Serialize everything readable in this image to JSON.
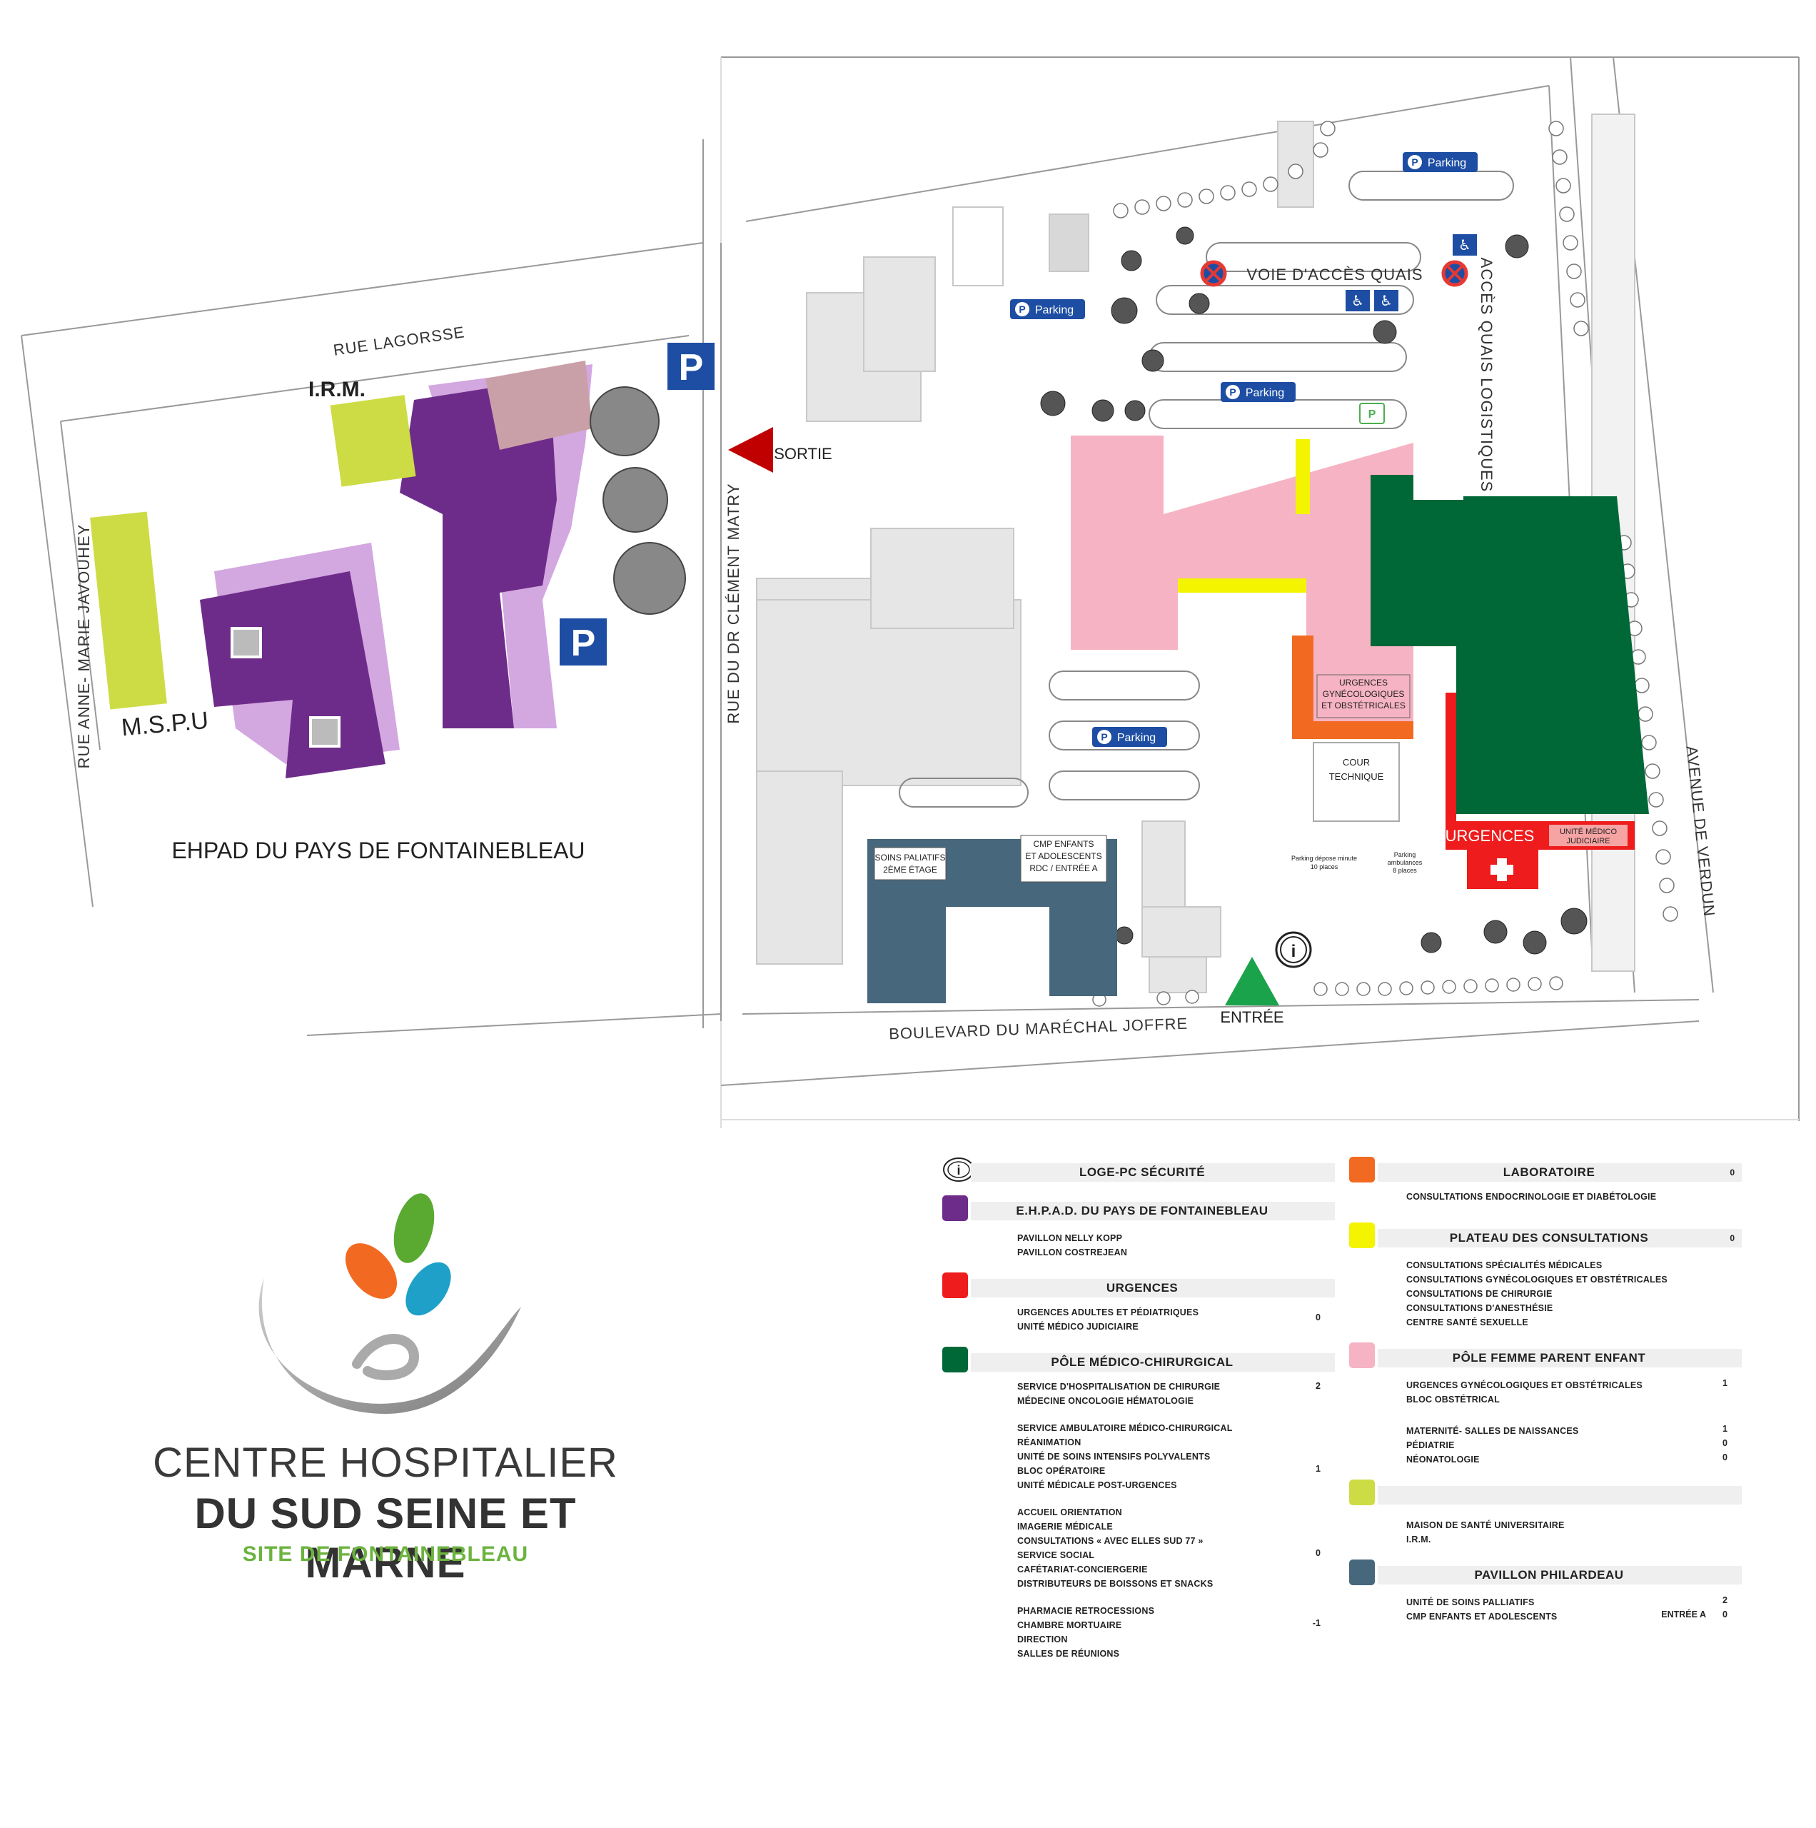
{
  "map": {
    "streets": {
      "rue_lagorsse": "RUE LAGORSSE",
      "rue_anne_marie": "RUE ANNE- MARIE JAVOUHEY",
      "rue_clement_matry": "RUE DU DR CLÉMENT MATRY",
      "boulevard": "BOULEVARD DU MARÉCHAL JOFFRE",
      "avenue_verdun": "AVENUE DE VERDUN",
      "voie_quais": "VOIE D'ACCÈS QUAIS",
      "acces_quais": "ACCÈS QUAIS LOGISTIQUES"
    },
    "labels": {
      "irm": "I.R.M.",
      "mspu": "M.S.P.U",
      "ehpad": "EHPAD DU PAYS DE FONTAINEBLEAU",
      "sortie": "SORTIE",
      "entree": "ENTRÉE",
      "parking": "Parking",
      "p_letter": "P",
      "urgences": "URGENCES",
      "umj_l1": "UNITÉ MÉDICO",
      "umj_l2": "JUDICIAIRE",
      "urg_gyn_l1": "URGENCES",
      "urg_gyn_l2": "GYNÉCOLOGIQUES",
      "urg_gyn_l3": "ET OBSTÉTRICALES",
      "cour_l1": "COUR",
      "cour_l2": "TECHNIQUE",
      "soins_l1": "SOINS PALIATIFS",
      "soins_l2": "2ÈME ÉTAGE",
      "cmp_l1": "CMP ENFANTS",
      "cmp_l2": "ET ADOLESCENTS",
      "cmp_l3": "RDC / ENTRÉE A",
      "depose_l1": "Parking dépose minute",
      "depose_l2": "10 places",
      "amb_l1": "Parking",
      "amb_l2": "ambulances",
      "amb_l3": "8 places"
    },
    "colors": {
      "ehpad": "#6e2c8a",
      "ehpad_light": "#d3a7e0",
      "msp": "#cddc45",
      "pink": "#f6b3c3",
      "yellow": "#f4f400",
      "green": "#006837",
      "red": "#ee1c1c",
      "orange": "#f26a21",
      "slate": "#46677c",
      "building_grey": "#e6e6e6"
    }
  },
  "legend": {
    "info": {
      "title": "LOGE-PC SÉCURITÉ",
      "icon": "info-icon"
    },
    "ehpad": {
      "title": "E.H.P.A.D. DU PAYS DE FONTAINEBLEAU",
      "color": "#6e2c8a",
      "groups": [
        {
          "items": [
            "PAVILLON NELLY KOPP",
            "PAVILLON COSTREJEAN"
          ],
          "floor": ""
        }
      ]
    },
    "urgences": {
      "title": "URGENCES",
      "color": "#ee1c1c",
      "groups": [
        {
          "items": [
            "URGENCES ADULTES ET PÉDIATRIQUES",
            "UNITÉ MÉDICO JUDICIAIRE"
          ],
          "floor": "0"
        }
      ]
    },
    "pole_mc": {
      "title": "PÔLE MÉDICO-CHIRURGICAL",
      "color": "#006837",
      "groups": [
        {
          "items": [
            "SERVICE D'HOSPITALISATION DE CHIRURGIE",
            "MÉDECINE ONCOLOGIE HÉMATOLOGIE"
          ],
          "floor": "2"
        },
        {
          "items": [
            "SERVICE AMBULATOIRE MÉDICO-CHIRURGICAL",
            "RÉANIMATION",
            "UNITÉ DE SOINS INTENSIFS POLYVALENTS",
            "BLOC OPÉRATOIRE",
            "UNITÉ MÉDICALE POST-URGENCES"
          ],
          "floor": "1"
        },
        {
          "items": [
            "ACCUEIL ORIENTATION",
            "IMAGERIE MÉDICALE",
            "CONSULTATIONS « AVEC ELLES SUD 77 »",
            "SERVICE SOCIAL",
            "CAFÉTARIAT-CONCIERGERIE",
            "DISTRIBUTEURS DE BOISSONS ET SNACKS"
          ],
          "floor": "0"
        },
        {
          "items": [
            "PHARMACIE RETROCESSIONS",
            "CHAMBRE MORTUAIRE",
            "DIRECTION",
            "SALLES DE RÉUNIONS"
          ],
          "floor": "-1"
        }
      ]
    },
    "labo": {
      "title": "LABORATOIRE",
      "color": "#f26a21",
      "floor": "0",
      "groups": [
        {
          "items": [
            "CONSULTATIONS ENDOCRINOLOGIE ET DIABÉTOLOGIE"
          ],
          "floor": ""
        }
      ]
    },
    "plateau": {
      "title": "PLATEAU DES CONSULTATIONS",
      "color": "#f4f400",
      "floor": "0",
      "groups": [
        {
          "items": [
            "CONSULTATIONS SPÉCIALITÉS MÉDICALES",
            "CONSULTATIONS GYNÉCOLOGIQUES ET OBSTÉTRICALES",
            "CONSULTATIONS DE CHIRURGIE",
            "CONSULTATIONS D'ANESTHÉSIE",
            "CENTRE SANTÉ SEXUELLE"
          ],
          "floor": ""
        }
      ]
    },
    "femme": {
      "title": "PÔLE FEMME PARENT ENFANT",
      "color": "#f6b3c3",
      "groups": [
        {
          "items": [
            "URGENCES GYNÉCOLOGIQUES ET OBSTÉTRICALES",
            "BLOC OBSTÉTRICAL"
          ],
          "floor": "1"
        },
        {
          "items": [
            "MATERNITÉ- SALLES DE NAISSANCES",
            "PÉDIATRIE",
            "NÉONATOLOGIE"
          ],
          "floors": [
            "1",
            "0",
            "0"
          ]
        }
      ]
    },
    "msp": {
      "title": "",
      "color": "#cddc45",
      "groups": [
        {
          "items": [
            "MAISON DE SANTÉ UNIVERSITAIRE",
            "I.R.M."
          ],
          "floor": ""
        }
      ]
    },
    "philardeau": {
      "title": "PAVILLON PHILARDEAU",
      "color": "#46677c",
      "groups": [
        {
          "items": [
            "UNITÉ DE SOINS PALLIATIFS",
            "CMP ENFANTS ET ADOLESCENTS"
          ],
          "floors": [
            "2",
            "0"
          ],
          "entree": "ENTRÉE  A"
        }
      ]
    }
  },
  "logo": {
    "line1": "CENTRE HOSPITALIER",
    "line2": "DU SUD SEINE ET MARNE",
    "line3": "SITE DE FONTAINEBLEAU",
    "leaf_colors": [
      "#f26a21",
      "#5aaa32",
      "#1ea0c8"
    ]
  }
}
